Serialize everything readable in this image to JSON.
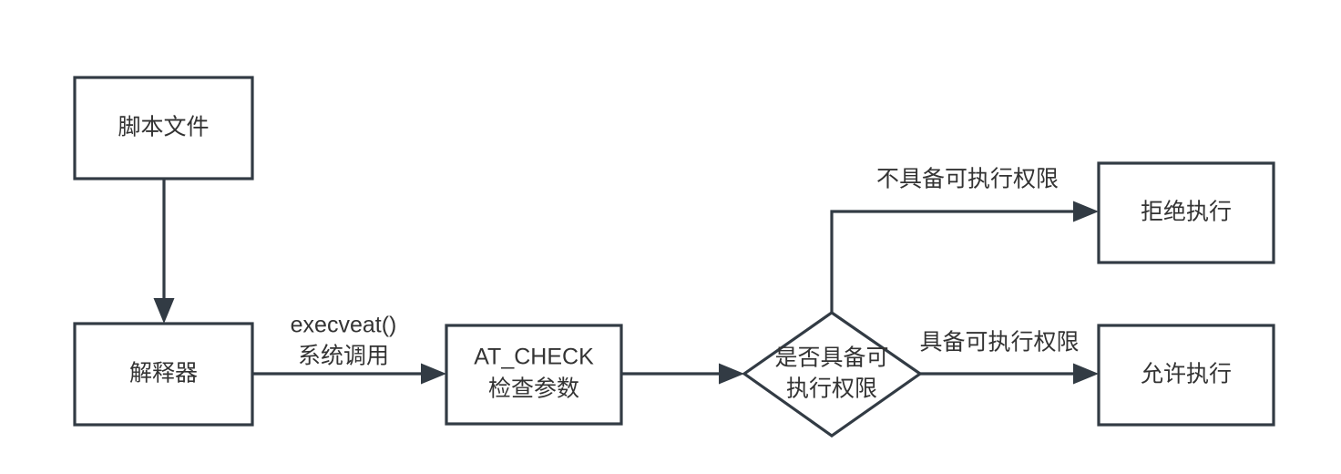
{
  "diagram": {
    "title": "execveat AT_CHECK permission flowchart",
    "colors": {
      "stroke": "#323b44",
      "fill": "#ffffff",
      "text": "#333333",
      "background": "#ffffff"
    },
    "nodes": {
      "script_file": {
        "label": "脚本文件",
        "shape": "rectangle"
      },
      "interpreter": {
        "label": "解释器",
        "shape": "rectangle"
      },
      "at_check_line1": {
        "label": "AT_CHECK",
        "shape": "rectangle"
      },
      "at_check_line2": {
        "label": "检查参数",
        "shape": "rectangle"
      },
      "decision_line1": {
        "label": "是否具备可",
        "shape": "diamond"
      },
      "decision_line2": {
        "label": "执行权限",
        "shape": "diamond"
      },
      "deny": {
        "label": "拒绝执行",
        "shape": "rectangle"
      },
      "allow": {
        "label": "允许执行",
        "shape": "rectangle"
      }
    },
    "edges": {
      "script_to_interpreter": {
        "label": ""
      },
      "interpreter_to_atcheck_line1": {
        "label": "execveat()"
      },
      "interpreter_to_atcheck_line2": {
        "label": "系统调用"
      },
      "atcheck_to_decision": {
        "label": ""
      },
      "decision_to_deny": {
        "label": "不具备可执行权限"
      },
      "decision_to_allow": {
        "label": "具备可执行权限"
      }
    }
  }
}
